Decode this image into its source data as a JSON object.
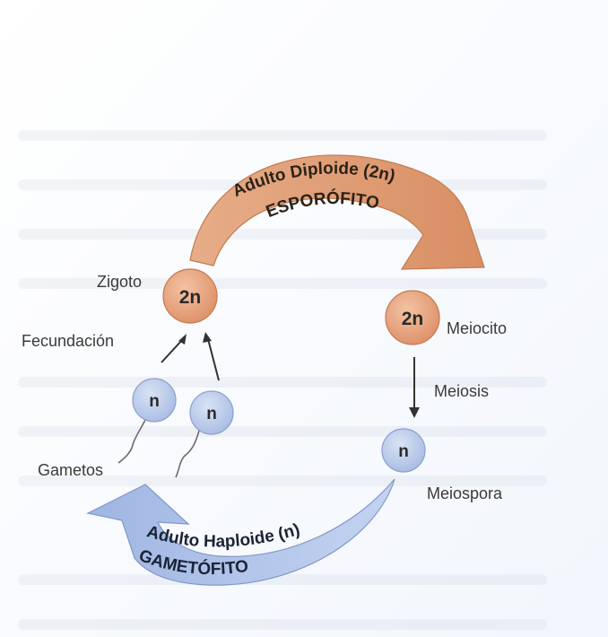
{
  "diagram": {
    "top_arc": {
      "line1": "Adulto Diploide (2n)",
      "line2": "ESPORÓFITO"
    },
    "bottom_arc": {
      "line1": "Adulto Haploide (n)",
      "line2": "GAMETÓFITO"
    },
    "nodes": {
      "zigoto": "2n",
      "meiocito": "2n",
      "gameto_1": "n",
      "gameto_2": "n",
      "meiospora": "n"
    },
    "labels": {
      "zigoto": "Zigoto",
      "fecundacion": "Fecundación",
      "gametos": "Gametos",
      "meiocito": "Meiocito",
      "meiosis": "Meiosis",
      "meiospora": "Meiospora"
    },
    "colors": {
      "diploid": "#e8a077",
      "diploid_stroke": "#c9784f",
      "haploid": "#b9c9e9",
      "haploid_stroke": "#8aa0cd",
      "top_arrow": "#e0a079",
      "bottom_arrow": "#adc2e8"
    }
  }
}
